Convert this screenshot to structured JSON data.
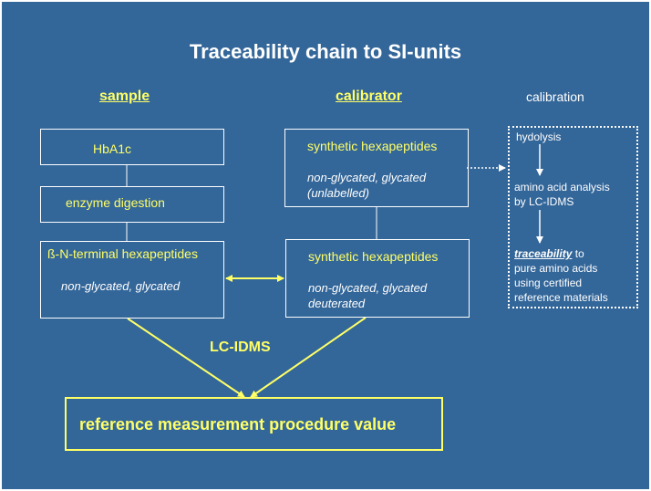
{
  "title": "Traceability chain to SI-units",
  "headers": {
    "sample": "sample",
    "calibrator": "calibrator",
    "calibration": "calibration"
  },
  "sample": {
    "hba1c": "HbA1c",
    "digestion": "enzyme digestion",
    "hexa_title": "ß-N-terminal hexapeptides",
    "hexa_sub": "non-glycated, glycated"
  },
  "calibrator": {
    "top_title": "synthetic hexapeptides",
    "top_sub_1": "non-glycated, glycated",
    "top_sub_2": "(unlabelled)",
    "bottom_title": "synthetic hexapeptides",
    "bottom_sub_1": "non-glycated, glycated",
    "bottom_sub_2": "deuterated"
  },
  "calibration": {
    "hydrolysis": "hydolysis",
    "analysis_1": "amino acid analysis",
    "analysis_2": "by LC-IDMS",
    "traceability_word": "traceability",
    "traceability_rest": " to",
    "line_2": "pure amino acids",
    "line_3": "using certified",
    "line_4": "reference materials"
  },
  "method": "LC-IDMS",
  "result": "reference measurement procedure value"
}
